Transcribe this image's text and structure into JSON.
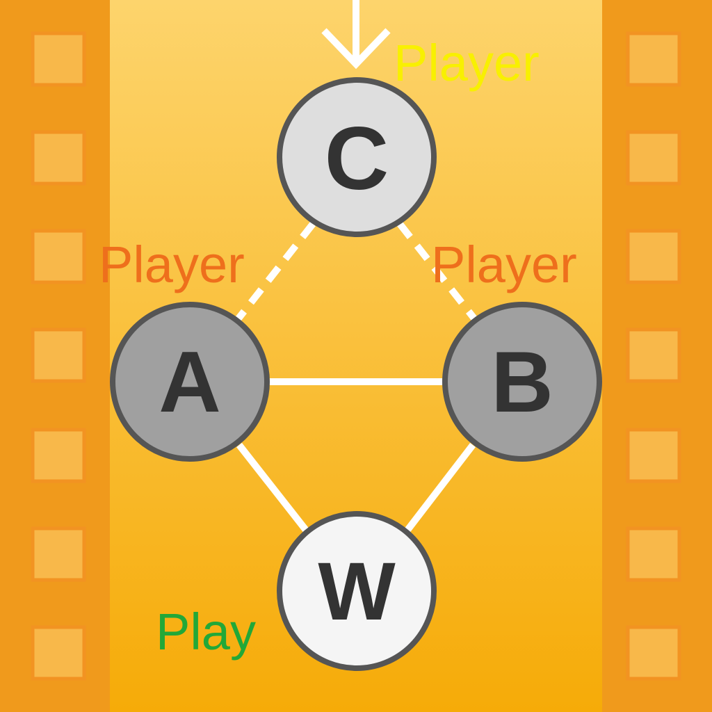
{
  "colors": {
    "strip": "#f09a1c",
    "hole_fill": "#f8b84a",
    "hole_border": "#f29322",
    "center_top": "#fdd46c",
    "center_bottom": "#f6ab08",
    "edge": "#ffffff",
    "node_border": "#555555",
    "node_c_fill": "#dedede",
    "node_ab_fill": "#a0a0a0",
    "node_w_fill": "#f5f5f5",
    "letter": "#333333",
    "label_yellow": "#f8f000",
    "label_orange": "#ee6f1c",
    "label_green": "#22a838"
  },
  "nodes": {
    "c": {
      "letter": "C"
    },
    "a": {
      "letter": "A"
    },
    "b": {
      "letter": "B"
    },
    "w": {
      "letter": "W"
    }
  },
  "labels": {
    "c_player": "Player",
    "a_player": "Player",
    "b_player": "Player",
    "w_play": "Play"
  },
  "edges": [
    {
      "from": "C",
      "to": "A",
      "style": "dashed"
    },
    {
      "from": "C",
      "to": "B",
      "style": "dashed"
    },
    {
      "from": "A",
      "to": "B",
      "style": "solid"
    },
    {
      "from": "A",
      "to": "W",
      "style": "solid"
    },
    {
      "from": "B",
      "to": "W",
      "style": "solid"
    }
  ],
  "icons": {
    "entry_arrow": "down-arrow-icon",
    "film_strip": "film-strip-icon"
  }
}
